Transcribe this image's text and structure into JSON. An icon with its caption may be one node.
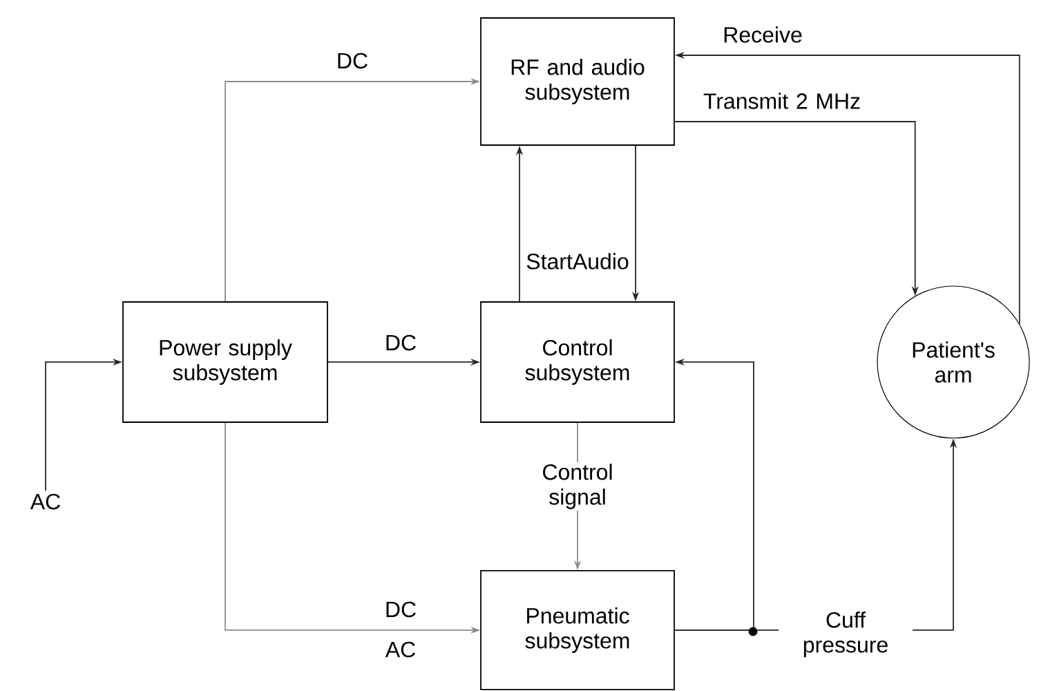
{
  "diagram": {
    "nodes": [
      {
        "text": [
          "RF and audio subsystem"
        ]
      },
      {
        "text": [
          "Power supply subsystem"
        ]
      },
      {
        "text": [
          "Control subsystem"
        ]
      },
      {
        "text": [
          "Patient's arm"
        ]
      },
      {
        "text": [
          "AC"
        ]
      },
      {
        "text": [
          "Pneumatic subsystem"
        ]
      }
    ],
    "edges": [
      {
        "from": 4,
        "to": 1,
        "arrow": "to"
      },
      {
        "from": 1,
        "to": 0,
        "arrow": "to",
        "label": "DC",
        "color": "#8c8c8c"
      },
      {
        "from": 1,
        "to": 2,
        "arrow": "to",
        "label": "DC"
      },
      {
        "from": 1,
        "to": 5,
        "arrow": "to",
        "label": "DC",
        "color": "#8c8c8c"
      },
      {
        "from": 2,
        "to": 0,
        "arrow": "to"
      },
      {
        "from": 0,
        "to": 2,
        "arrow": "to"
      },
      {
        "from": 0,
        "to": 3,
        "arrow": "to",
        "label": "Transmit  2 MHz"
      },
      {
        "from": 3,
        "to": 0,
        "arrow": "to",
        "label": "Receive"
      },
      {
        "from": 2,
        "to": 5,
        "arrow": "to",
        "label": "Control signal",
        "color": "#8c8c8c"
      },
      {
        "from": 5,
        "to": 2,
        "arrow": "to"
      },
      {
        "from": 5,
        "to": 3,
        "arrow": "to",
        "label": "Cuff pressure"
      }
    ],
    "labels": [
      "StartAudio",
      "AC"
    ]
  }
}
